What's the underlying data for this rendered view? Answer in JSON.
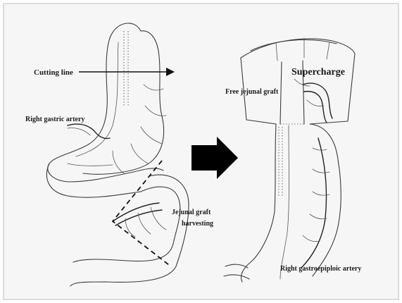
{
  "labels": {
    "cutting_line": "Cutting line",
    "right_gastric_artery": "Right gastric artery",
    "jejunal_graft_harvesting_line1": "Jejunal graft",
    "jejunal_graft_harvesting_line2": "harvesting",
    "supercharge": "Supercharge",
    "free_jejunal_graft": "Free jejunal graft",
    "right_gastroepiploic_artery": "Right gastroepiploic artery"
  },
  "colors": {
    "background_panel": "#f6f6f6",
    "frame": "#bdbdbd",
    "ink": "#3a3a3a",
    "arrow": "#000000"
  }
}
